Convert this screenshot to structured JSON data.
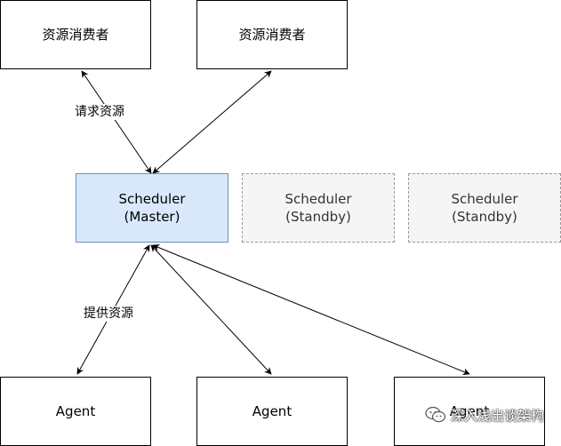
{
  "diagram": {
    "consumer_1": "资源消费者",
    "consumer_2": "资源消费者",
    "scheduler_master": "Scheduler\n(Master)",
    "scheduler_standby_1": "Scheduler\n(Standby)",
    "scheduler_standby_2": "Scheduler\n(Standby)",
    "agent_1": "Agent",
    "agent_2": "Agent",
    "agent_3": "Agent",
    "label_request": "请求资源",
    "label_provide": "提供资源"
  },
  "colors": {
    "master_fill": "#dae8fc",
    "master_stroke": "#6c8ebf",
    "standby_fill": "#f5f5f5",
    "standby_stroke": "#999999"
  },
  "watermark": {
    "text": "深入浅出谈架构",
    "icon": "wechat-icon"
  }
}
